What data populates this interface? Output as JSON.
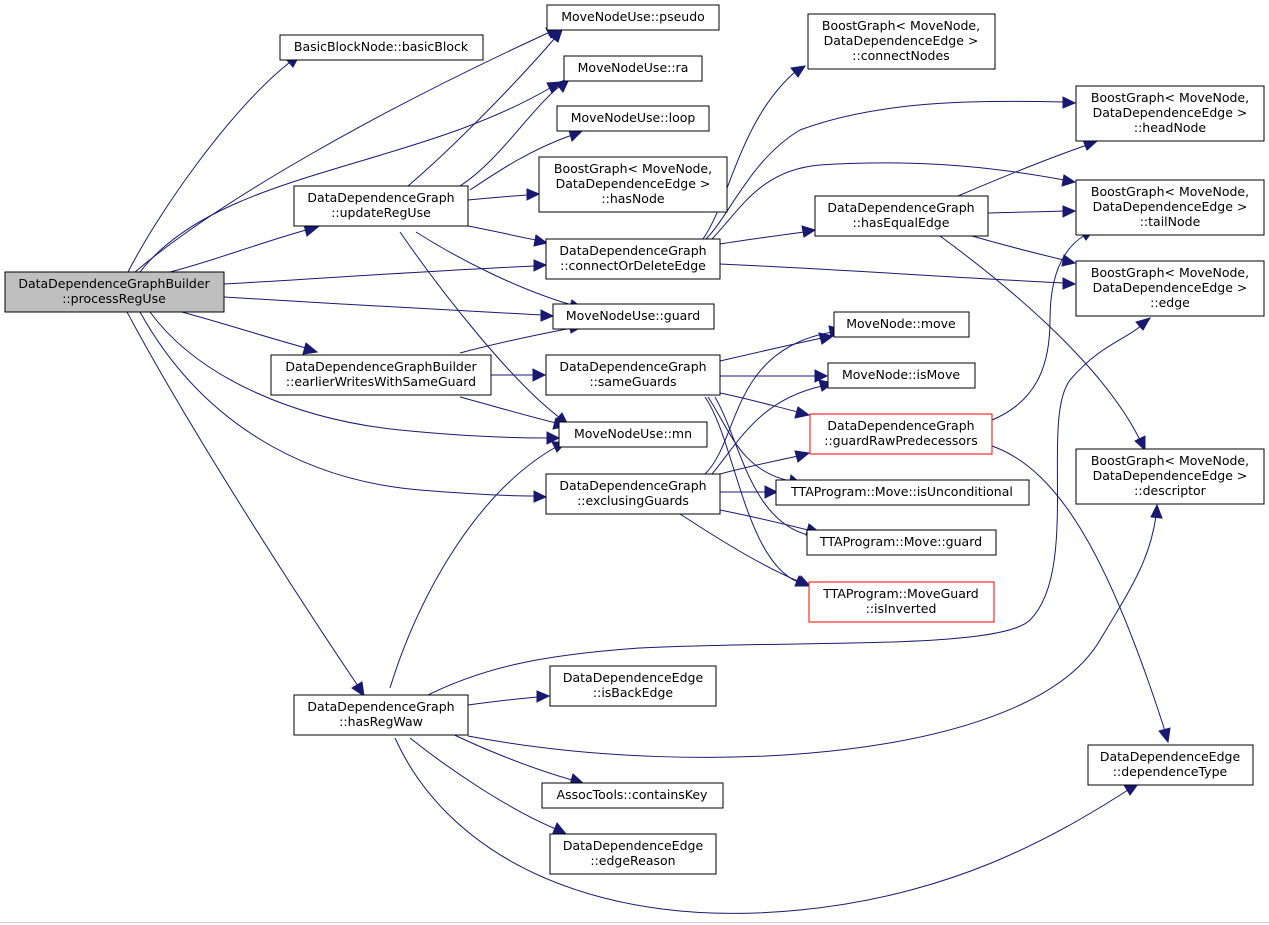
{
  "colors": {
    "edge": "#191970",
    "highlight_fill": "#bfbfbf",
    "red_border": "#ff0000",
    "border": "#000000"
  },
  "nodes": {
    "n0": {
      "line1": "DataDependenceGraphBuilder",
      "line2": "::processRegUse"
    },
    "n1": {
      "line1": "BasicBlockNode::basicBlock"
    },
    "n2": {
      "line1": "MoveNodeUse::pseudo"
    },
    "n3": {
      "line1": "MoveNodeUse::ra"
    },
    "n4": {
      "line1": "DataDependenceGraph",
      "line2": "::updateRegUse"
    },
    "n5": {
      "line1": "DataDependenceGraph",
      "line2": "::connectOrDeleteEdge"
    },
    "n6": {
      "line1": "MoveNodeUse::guard"
    },
    "n7": {
      "line1": "DataDependenceGraphBuilder",
      "line2": "::earlierWritesWithSameGuard"
    },
    "n8": {
      "line1": "MoveNodeUse::mn"
    },
    "n9": {
      "line1": "DataDependenceGraph",
      "line2": "::exclusingGuards"
    },
    "n10": {
      "line1": "DataDependenceGraph",
      "line2": "::hasRegWaw"
    },
    "n11": {
      "line1": "MoveNodeUse::loop"
    },
    "n12": {
      "line1": "BoostGraph< MoveNode,",
      "line2": "DataDependenceEdge >",
      "line3": "::hasNode"
    },
    "n13": {
      "line1": "DataDependenceGraph",
      "line2": "::sameGuards"
    },
    "n14": {
      "line1": "MoveNode::move"
    },
    "n15": {
      "line1": "MoveNode::isMove"
    },
    "n16": {
      "line1": "DataDependenceGraph",
      "line2": "::guardRawPredecessors"
    },
    "n17": {
      "line1": "TTAProgram::Move::isUnconditional"
    },
    "n18": {
      "line1": "TTAProgram::Move::guard"
    },
    "n19": {
      "line1": "TTAProgram::MoveGuard",
      "line2": "::isInverted"
    },
    "n20": {
      "line1": "DataDependenceEdge",
      "line2": "::isBackEdge"
    },
    "n21": {
      "line1": "AssocTools::containsKey"
    },
    "n22": {
      "line1": "DataDependenceEdge",
      "line2": "::edgeReason"
    },
    "n23": {
      "line1": "BoostGraph< MoveNode,",
      "line2": "DataDependenceEdge >",
      "line3": "::connectNodes"
    },
    "n24": {
      "line1": "DataDependenceGraph",
      "line2": "::hasEqualEdge"
    },
    "n25": {
      "line1": "BoostGraph< MoveNode,",
      "line2": "DataDependenceEdge >",
      "line3": "::headNode"
    },
    "n26": {
      "line1": "BoostGraph< MoveNode,",
      "line2": "DataDependenceEdge >",
      "line3": "::tailNode"
    },
    "n27": {
      "line1": "BoostGraph< MoveNode,",
      "line2": "DataDependenceEdge >",
      "line3": "::edge"
    },
    "n28": {
      "line1": "BoostGraph< MoveNode,",
      "line2": "DataDependenceEdge >",
      "line3": "::descriptor"
    },
    "n29": {
      "line1": "DataDependenceEdge",
      "line2": "::dependenceType"
    }
  },
  "edges": [
    [
      "n0",
      "n1"
    ],
    [
      "n0",
      "n2"
    ],
    [
      "n0",
      "n3"
    ],
    [
      "n0",
      "n4"
    ],
    [
      "n0",
      "n5"
    ],
    [
      "n0",
      "n6"
    ],
    [
      "n0",
      "n7"
    ],
    [
      "n0",
      "n8"
    ],
    [
      "n0",
      "n9"
    ],
    [
      "n0",
      "n10"
    ],
    [
      "n4",
      "n2"
    ],
    [
      "n4",
      "n3"
    ],
    [
      "n4",
      "n11"
    ],
    [
      "n4",
      "n12"
    ],
    [
      "n4",
      "n5"
    ],
    [
      "n4",
      "n6"
    ],
    [
      "n4",
      "n8"
    ],
    [
      "n5",
      "n23"
    ],
    [
      "n5",
      "n24"
    ],
    [
      "n5",
      "n25"
    ],
    [
      "n5",
      "n26"
    ],
    [
      "n5",
      "n27"
    ],
    [
      "n24",
      "n25"
    ],
    [
      "n24",
      "n26"
    ],
    [
      "n24",
      "n27"
    ],
    [
      "n24",
      "n28"
    ],
    [
      "n7",
      "n6"
    ],
    [
      "n7",
      "n8"
    ],
    [
      "n7",
      "n13"
    ],
    [
      "n13",
      "n14"
    ],
    [
      "n13",
      "n15"
    ],
    [
      "n13",
      "n16"
    ],
    [
      "n13",
      "n17"
    ],
    [
      "n13",
      "n18"
    ],
    [
      "n13",
      "n19"
    ],
    [
      "n9",
      "n14"
    ],
    [
      "n9",
      "n15"
    ],
    [
      "n9",
      "n16"
    ],
    [
      "n9",
      "n17"
    ],
    [
      "n9",
      "n18"
    ],
    [
      "n9",
      "n19"
    ],
    [
      "n16",
      "n26"
    ],
    [
      "n16",
      "n29"
    ],
    [
      "n10",
      "n8"
    ],
    [
      "n10",
      "n20"
    ],
    [
      "n10",
      "n21"
    ],
    [
      "n10",
      "n22"
    ],
    [
      "n10",
      "n28"
    ],
    [
      "n10",
      "n29"
    ],
    [
      "n10",
      "n27"
    ]
  ]
}
